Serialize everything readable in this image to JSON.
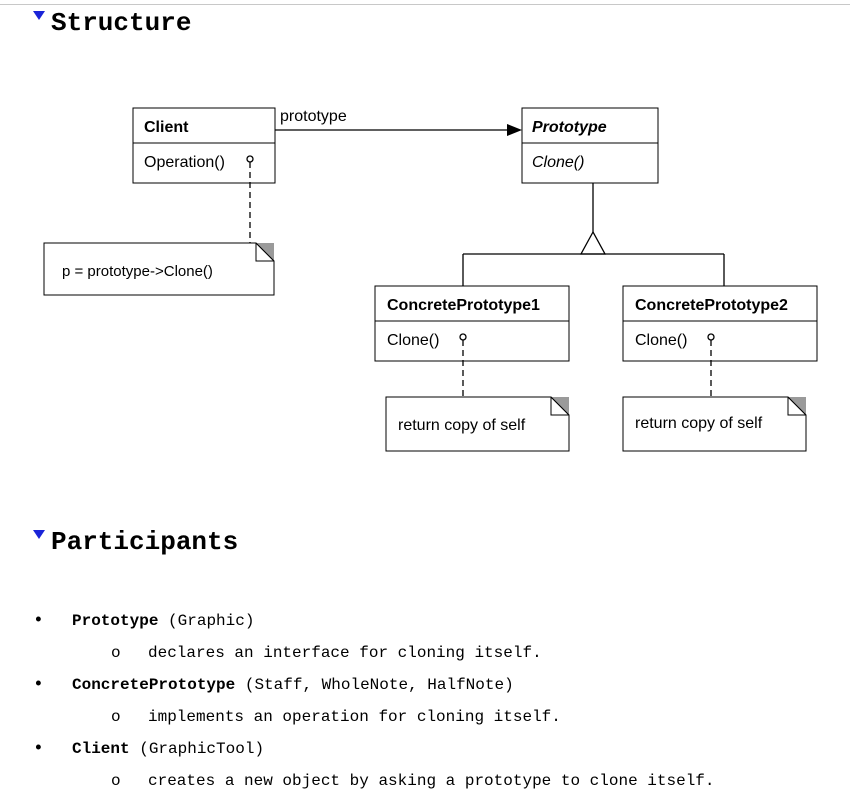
{
  "headings": {
    "structure": "Structure",
    "participants": "Participants"
  },
  "diagram": {
    "client": {
      "name": "Client",
      "operation": "Operation()"
    },
    "association_label": "prototype",
    "prototype": {
      "name": "Prototype",
      "operation": "Clone()"
    },
    "concrete1": {
      "name": "ConcretePrototype1",
      "operation": "Clone()"
    },
    "concrete2": {
      "name": "ConcretePrototype2",
      "operation": "Clone()"
    },
    "client_note": "p = prototype->Clone()",
    "concrete1_note": "return copy of self",
    "concrete2_note": "return copy of self"
  },
  "participants": [
    {
      "name": "Prototype",
      "example": "(Graphic)",
      "description": "declares an interface for cloning itself."
    },
    {
      "name": "ConcretePrototype",
      "example": "(Staff, WholeNote, HalfNote)",
      "description": "implements an operation for cloning itself."
    },
    {
      "name": "Client",
      "example": "(GraphicTool)",
      "description": "creates a new object by asking a prototype to clone itself."
    }
  ],
  "bullet_glyph": "•",
  "sub_bullet_glyph": "o",
  "colors": {
    "heading_triangle": "#1a24d8",
    "note_fold": "#9a9a9a"
  }
}
